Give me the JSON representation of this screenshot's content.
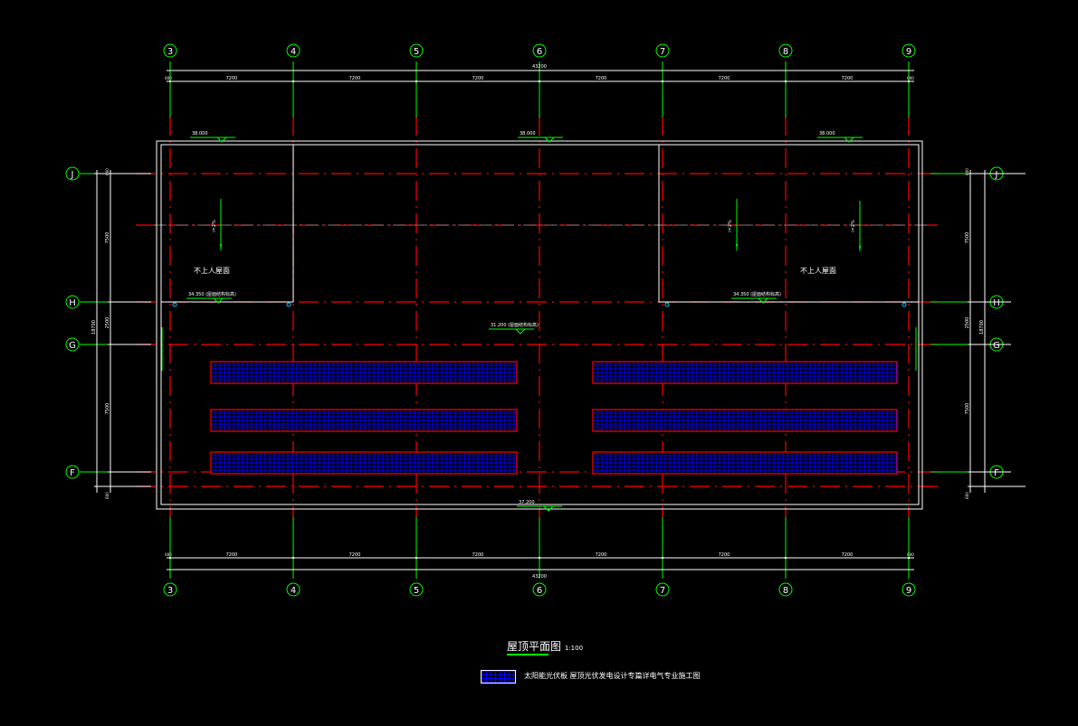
{
  "colors": {
    "background": "#000000",
    "axis": "#00ff00",
    "grid": "#ff0000",
    "wall": "#ffffff",
    "panel_fill": "#0000ff",
    "panel_border": "#ff0000"
  },
  "axes_x": [
    "3",
    "4",
    "5",
    "6",
    "7",
    "8",
    "9"
  ],
  "axes_y": [
    "J",
    "H",
    "G",
    "F"
  ],
  "dims_x": [
    "7200",
    "7200",
    "7200",
    "7200",
    "7200",
    "7200"
  ],
  "dims_x_total": "43200",
  "dims_x_edge": "600",
  "dims_y": [
    "7500",
    "2500",
    "7500"
  ],
  "dims_y_edge": "600",
  "dims_y_total": "18700",
  "elevations": {
    "top_left": "38.000",
    "top_mid": "38.000",
    "top_right": "38.000",
    "room_left": "34.350 (屋面结构标高)",
    "room_right": "34.350 (屋面结构标高)",
    "center": "31.200 (屋面结构标高)",
    "bottom": "37.200"
  },
  "slope": "i=2%",
  "room_label": "不上人屋面",
  "title": "屋顶平面图",
  "scale": "1:100",
  "legend_text": "太阳能光伏板 屋顶光伏发电设计专篇详电气专业施工图"
}
